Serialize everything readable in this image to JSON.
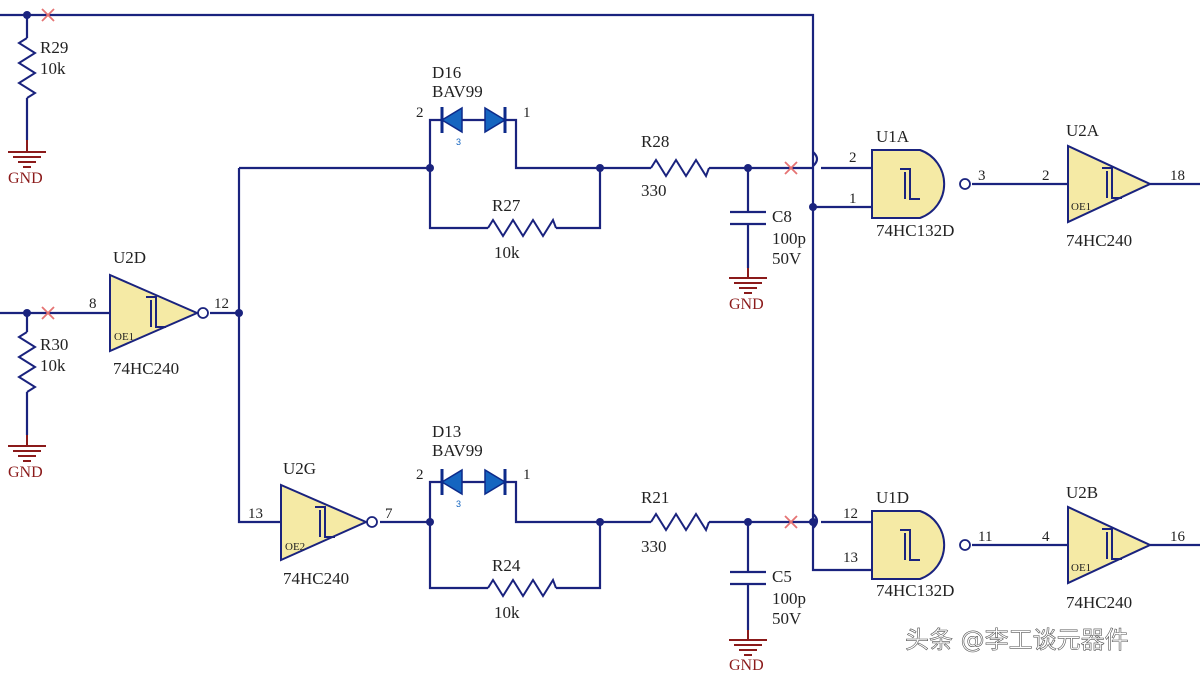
{
  "components": {
    "r29": {
      "ref": "R29",
      "value": "10k"
    },
    "r30": {
      "ref": "R30",
      "value": "10k"
    },
    "d16": {
      "ref": "D16",
      "part": "BAV99",
      "pin_a": "2",
      "pin_k": "1",
      "pin_mid": "3"
    },
    "d13": {
      "ref": "D13",
      "part": "BAV99",
      "pin_a": "2",
      "pin_k": "1",
      "pin_mid": "3"
    },
    "r27": {
      "ref": "R27",
      "value": "10k"
    },
    "r24": {
      "ref": "R24",
      "value": "10k"
    },
    "r28": {
      "ref": "R28",
      "value": "330"
    },
    "r21": {
      "ref": "R21",
      "value": "330"
    },
    "c8": {
      "ref": "C8",
      "value": "100p",
      "voltage": "50V"
    },
    "c5": {
      "ref": "C5",
      "value": "100p",
      "voltage": "50V"
    },
    "u2d": {
      "ref": "U2D",
      "part": "74HC240",
      "oe": "OE1",
      "pin_in": "8",
      "pin_out": "12"
    },
    "u2g": {
      "ref": "U2G",
      "part": "74HC240",
      "oe": "OE2",
      "pin_in": "13",
      "pin_out": "7"
    },
    "u1a": {
      "ref": "U1A",
      "part": "74HC132D",
      "pin_in1": "2",
      "pin_in2": "1",
      "pin_out": "3"
    },
    "u1d": {
      "ref": "U1D",
      "part": "74HC132D",
      "pin_in1": "12",
      "pin_in2": "13",
      "pin_out": "11"
    },
    "u2a": {
      "ref": "U2A",
      "part": "74HC240",
      "oe": "OE1",
      "pin_in": "2",
      "pin_out": "18"
    },
    "u2b": {
      "ref": "U2B",
      "part": "74HC240",
      "oe": "OE1",
      "pin_in": "4",
      "pin_out": "16"
    }
  },
  "ground_label": "GND",
  "watermark": "头条 @李工谈元器件",
  "colors": {
    "wire": "#1a237e",
    "gate_fill": "#f5eaa5",
    "diode": "#1565c0",
    "ground": "#8b1a1a",
    "no_connect": "#e57373"
  }
}
